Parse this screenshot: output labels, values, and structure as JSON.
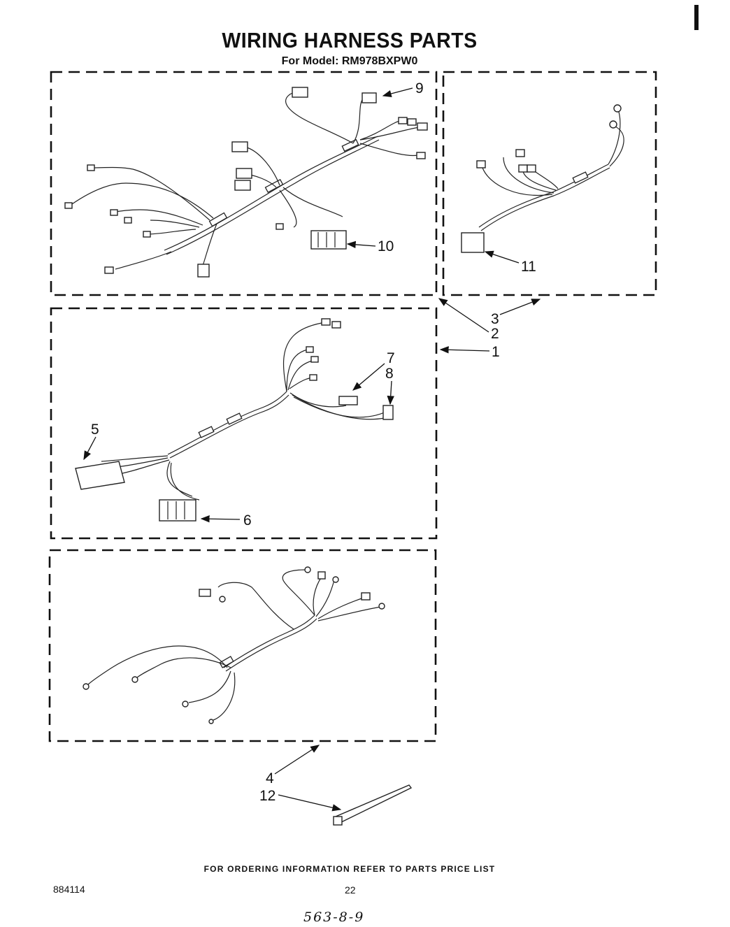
{
  "header": {
    "title": "WIRING HARNESS PARTS",
    "subtitle": "For Model: RM978BXPW0"
  },
  "callouts": {
    "c1": "1",
    "c2": "2",
    "c3": "3",
    "c4": "4",
    "c5": "5",
    "c6": "6",
    "c7": "7",
    "c8": "8",
    "c9": "9",
    "c10": "10",
    "c11": "11",
    "c12": "12"
  },
  "footer": {
    "ordering_note": "FOR ORDERING INFORMATION REFER TO PARTS PRICE LIST",
    "doc_number": "884114",
    "page_number": "22",
    "handwritten_note": "563-8-9"
  }
}
